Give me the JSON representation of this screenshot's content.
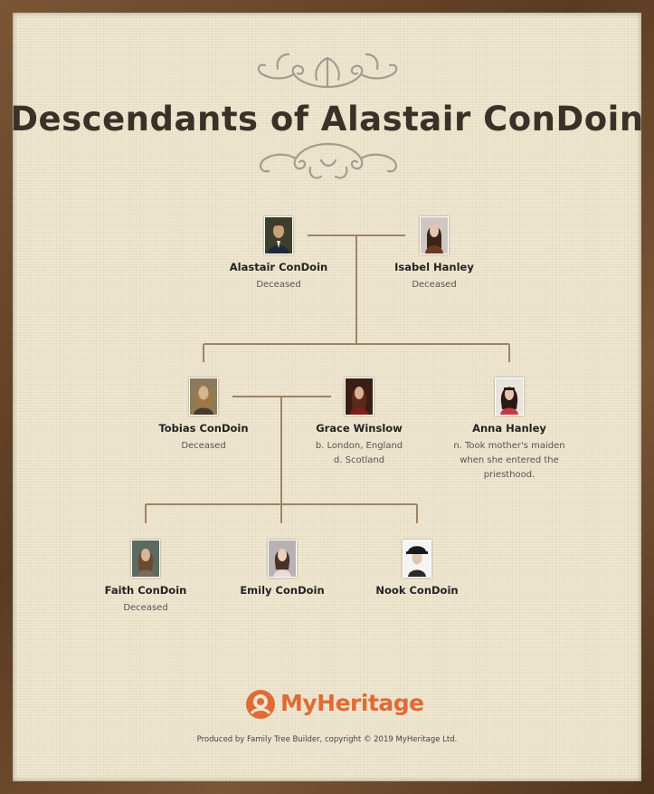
{
  "title": "Descendants of Alastair ConDoin",
  "colors": {
    "line": "#9a8569",
    "brand": "#e06b35",
    "frame": "#6b4a2e",
    "paper": "#efe6cf"
  },
  "people": {
    "alastair": {
      "name": "Alastair ConDoin",
      "details": [
        "Deceased"
      ]
    },
    "isabel": {
      "name": "Isabel Hanley",
      "details": [
        "Deceased"
      ]
    },
    "tobias": {
      "name": "Tobias ConDoin",
      "details": [
        "Deceased"
      ]
    },
    "grace": {
      "name": "Grace Winslow",
      "details": [
        "b. London, England",
        "d. Scotland"
      ]
    },
    "anna": {
      "name": "Anna Hanley",
      "details": [
        "n. Took mother's maiden",
        "when she entered the",
        "priesthood."
      ]
    },
    "faith": {
      "name": "Faith ConDoin",
      "details": [
        "Deceased"
      ]
    },
    "emily": {
      "name": "Emily ConDoin",
      "details": []
    },
    "nook": {
      "name": "Nook ConDoin",
      "details": []
    }
  },
  "brand": {
    "name": "MyHeritage"
  },
  "footer": "Produced by Family Tree Builder, copyright © 2019 MyHeritage Ltd."
}
